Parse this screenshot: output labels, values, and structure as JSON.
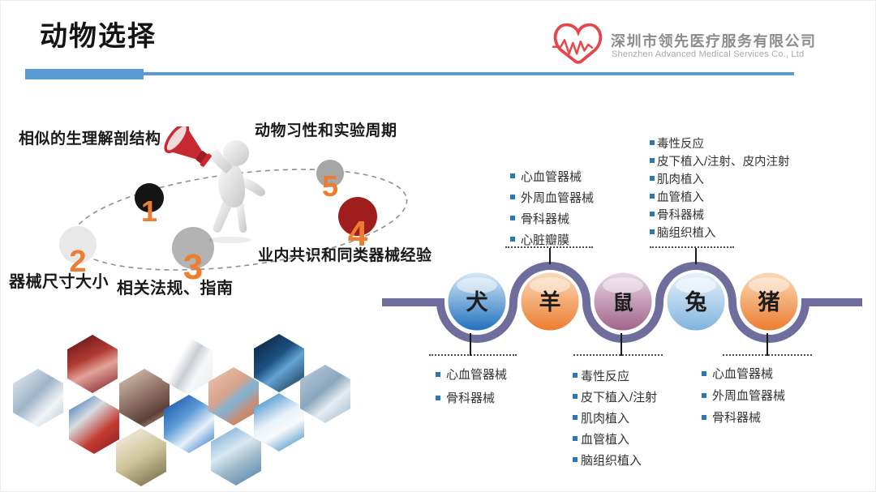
{
  "slide": {
    "title": "动物选择"
  },
  "logo": {
    "company_zh": "深圳市领先医疗服务有限公司",
    "company_en": "Shenzhen Advanced Medical Services Co., Ltd"
  },
  "factors": [
    {
      "number": "1",
      "label": "相似的生理解剖结构"
    },
    {
      "number": "2",
      "label": "器械尺寸大小"
    },
    {
      "number": "3",
      "label": "相关法规、指南"
    },
    {
      "number": "4",
      "label": "业内共识和同类器械经验"
    },
    {
      "number": "5",
      "label": "动物习性和实验周期"
    }
  ],
  "animals": [
    {
      "name": "犬",
      "applications": [
        "心血管器械",
        "骨科器械"
      ]
    },
    {
      "name": "羊",
      "applications": [
        "心血管器械",
        "外周血管器械",
        "骨科器械",
        "心脏瓣膜"
      ]
    },
    {
      "name": "鼠",
      "applications": [
        "毒性反应",
        "皮下植入/注射",
        "肌肉植入",
        "血管植入",
        "脑组织植入"
      ]
    },
    {
      "name": "兔",
      "applications": [
        "毒性反应",
        "皮下植入/注射、皮内注射",
        "肌肉植入",
        "血管植入",
        "骨科器械",
        "脑组织植入"
      ]
    },
    {
      "name": "猪",
      "applications": [
        "心血管器械",
        "外周血管器械",
        "骨科器械"
      ]
    }
  ],
  "collage": {
    "images": [
      "vascular-guidewire",
      "aortic-stent-graft",
      "curved-vascular-stent",
      "coronary-stent-in-vessel",
      "occluder-mesh-device",
      "endoscope",
      "stent-mesh-closeup",
      "eye-with-contact-lens",
      "spinal-implant",
      "hip-xray",
      "medical-equipment-cart",
      "balloon-catheter"
    ]
  },
  "colors": {
    "accent_blue": "#5B9BD5",
    "wave_purple": "#6F6D9B",
    "bullet_blue": "#2E75B6",
    "number_orange": "#ED7D31",
    "logo_red": "#E5464E",
    "factor_circles": [
      "#141414",
      "#E8E8E8",
      "#B3B3B3",
      "#A01D1D",
      "#A6A6A6"
    ],
    "animal_circles": [
      "#1E6FBE",
      "#ED7D31",
      "#A0618A",
      "#7FB2DE",
      "#ED7D31"
    ]
  }
}
